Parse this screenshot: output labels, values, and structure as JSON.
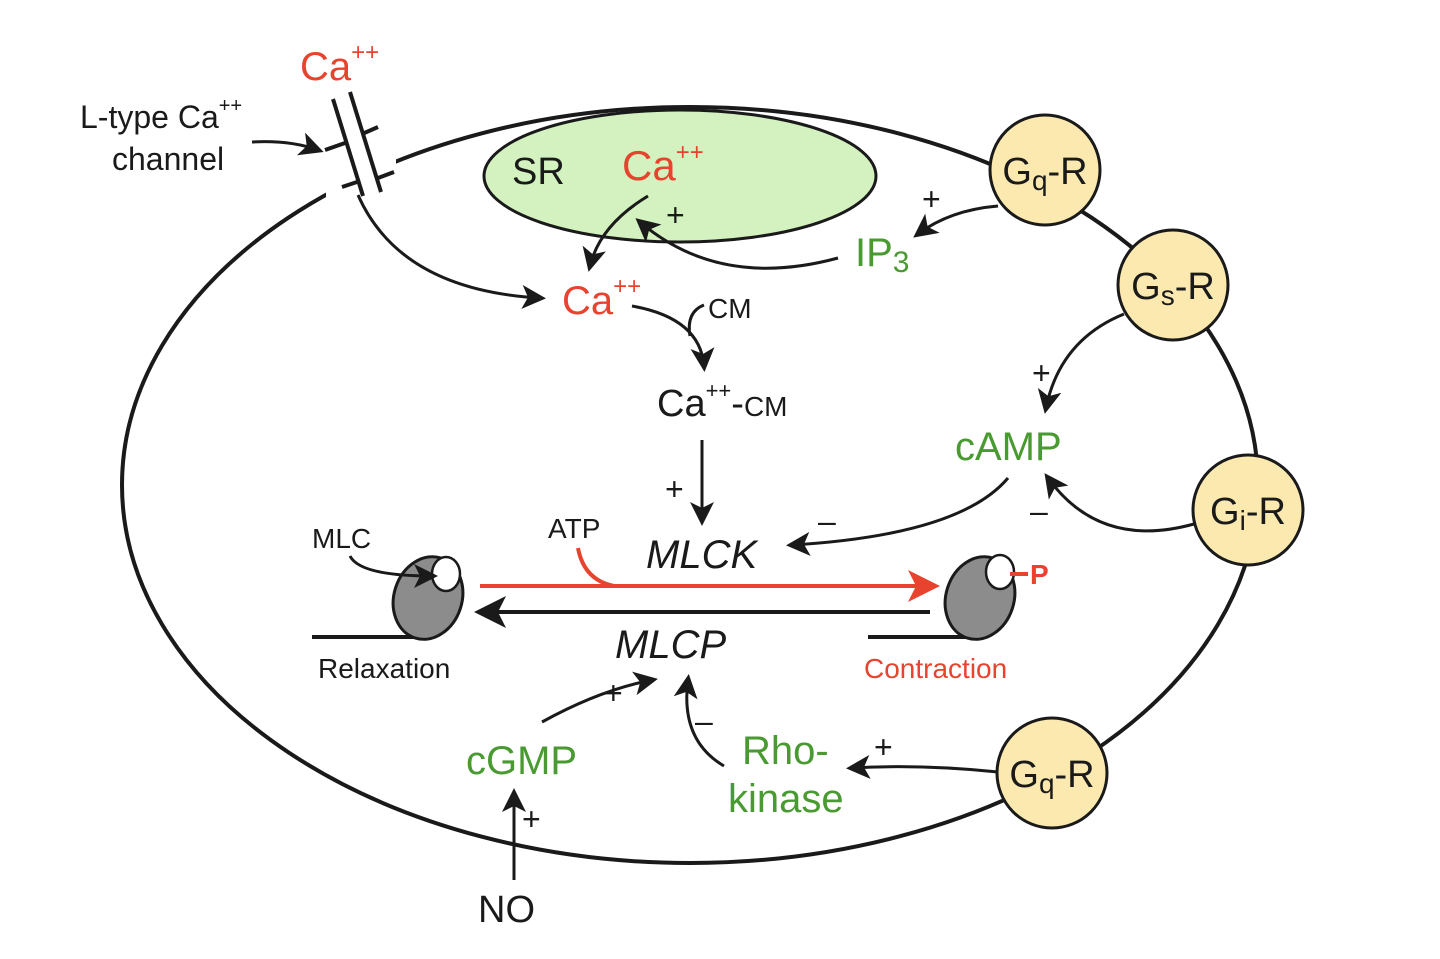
{
  "ions": {
    "ca": "Ca",
    "sup": "++",
    "cm": "CM",
    "ca_cm_dash": "-",
    "sr": "SR",
    "ip3": "IP",
    "ip3_sub": "3",
    "camp": "cAMP",
    "cgmp": "cGMP",
    "no": "NO",
    "rho1": "Rho-",
    "rho2": "kinase"
  },
  "channel": {
    "line1": "L-type Ca",
    "line1_sup": "++",
    "line2": "channel"
  },
  "enzymes": {
    "mlck": "MLCK",
    "mlcp": "MLCP",
    "atp": "ATP",
    "mlc": "MLC",
    "p": "P",
    "relaxation": "Relaxation",
    "contraction": "Contraction"
  },
  "receptors": [
    {
      "g": "G",
      "sub": "q",
      "r": "-R"
    },
    {
      "g": "G",
      "sub": "s",
      "r": "-R"
    },
    {
      "g": "G",
      "sub": "i",
      "r": "-R"
    },
    {
      "g": "G",
      "sub": "q",
      "r": "-R"
    }
  ],
  "signs": {
    "plus": "+",
    "minus": "–"
  },
  "colors": {
    "red": "#e8432e",
    "green": "#4a9a32",
    "sr_fill": "#d4f2c0",
    "receptor_fill": "#fbe9b0",
    "myosin": "#8c8c8c"
  }
}
